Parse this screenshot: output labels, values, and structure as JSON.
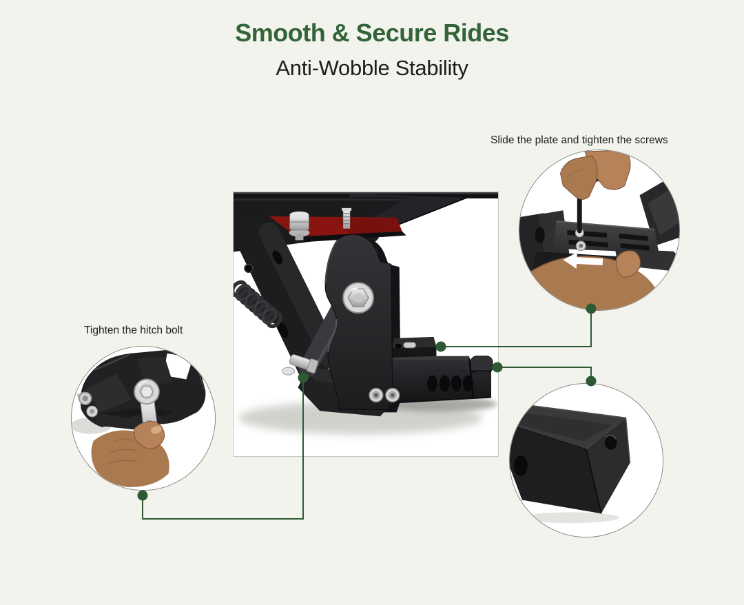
{
  "header": {
    "title": "Smooth & Secure Rides",
    "subtitle": "Anti-Wobble Stability"
  },
  "callouts": {
    "slide_plate": {
      "label": "Slide the plate and tighten the screws"
    },
    "hitch_bolt": {
      "label": "Tighten the hitch bolt"
    },
    "hitch_end": {
      "label": ""
    }
  },
  "colors": {
    "page_bg": "#f3f3ed",
    "title_green": "#336338",
    "text_dark": "#1d1d1d",
    "connector_green": "#2d5a32",
    "panel_bg": "#ffffff",
    "panel_border": "#83837f",
    "red_pad": "#8a1510",
    "skin_base": "#a97950",
    "skin_light": "#b5825a",
    "skin_shadow": "#7d5233"
  }
}
